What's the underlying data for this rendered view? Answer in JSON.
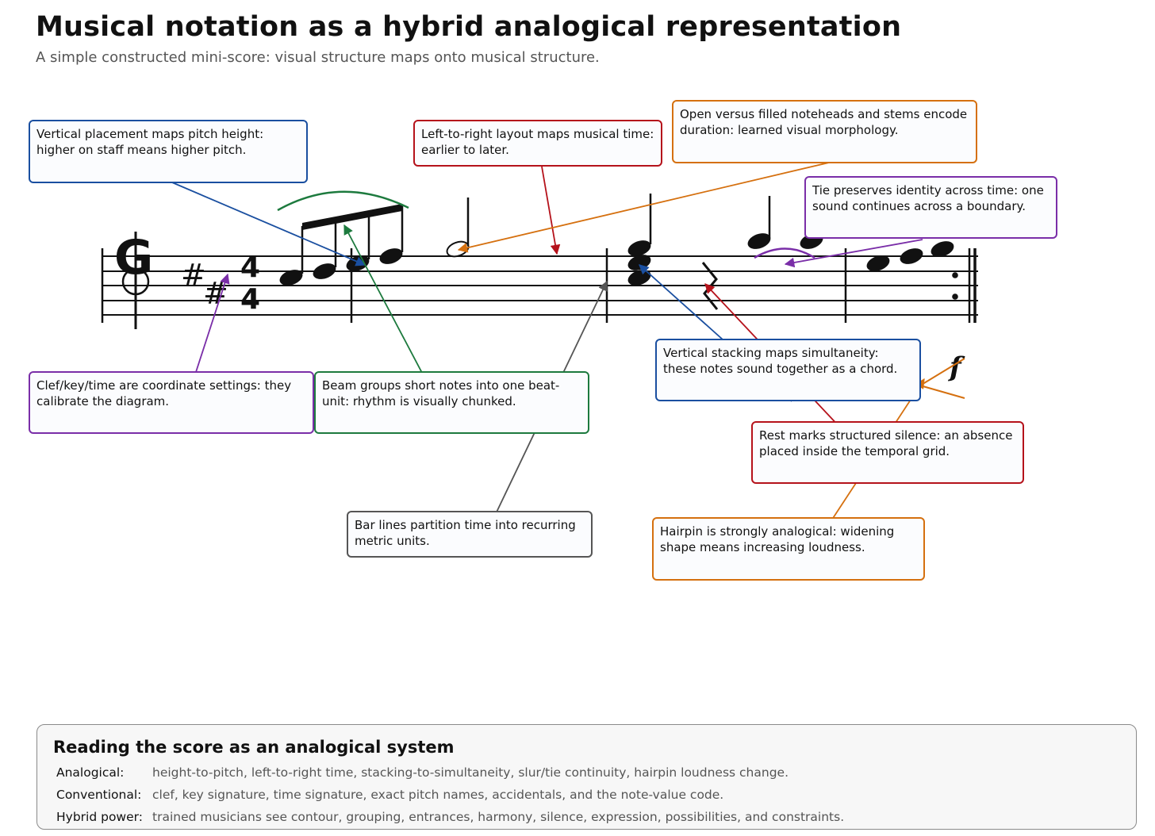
{
  "title": "Musical notation as a hybrid analogical representation",
  "subtitle": "A simple constructed mini-score: visual structure maps onto musical structure.",
  "colors": {
    "blue": "#1a4fa0",
    "red": "#b5121b",
    "orange": "#d5700f",
    "purple": "#7a2ea8",
    "green": "#1d7a3e",
    "gray": "#555555"
  },
  "score": {
    "clef_glyph": "G",
    "sharp_glyph": "#",
    "time_top": "4",
    "time_bottom": "4",
    "dynamic": "f"
  },
  "callouts": {
    "pitch": "Vertical placement maps pitch height: higher on staff means higher pitch.",
    "time": "Left-to-right layout maps musical time: earlier to later.",
    "duration": "Open versus filled noteheads and stems encode duration: learned visual morphology.",
    "tie": "Tie preserves identity across time: one sound continues across a boundary.",
    "clef": "Clef/key/time are coordinate settings: they calibrate the diagram.",
    "beam": "Beam groups short notes into one beat-unit: rhythm is visually chunked.",
    "chord": "Vertical stacking maps simultaneity: these notes sound together as a chord.",
    "rest": "Rest marks structured silence: an absence placed inside the temporal grid.",
    "barline": "Bar lines partition time into recurring metric units.",
    "hairpin": "Hairpin is strongly analogical: widening shape means increasing loudness."
  },
  "reading": {
    "title": "Reading the score as an analogical system",
    "rows": [
      {
        "label": "Analogical:",
        "text": "height-to-pitch, left-to-right time, stacking-to-simultaneity, slur/tie continuity, hairpin loudness change."
      },
      {
        "label": "Conventional:",
        "text": "clef, key signature, time signature, exact pitch names, accidentals, and the note-value code."
      },
      {
        "label": "Hybrid power:",
        "text": "trained musicians see contour, grouping, entrances, harmony, silence, expression, possibilities, and constraints."
      }
    ]
  }
}
